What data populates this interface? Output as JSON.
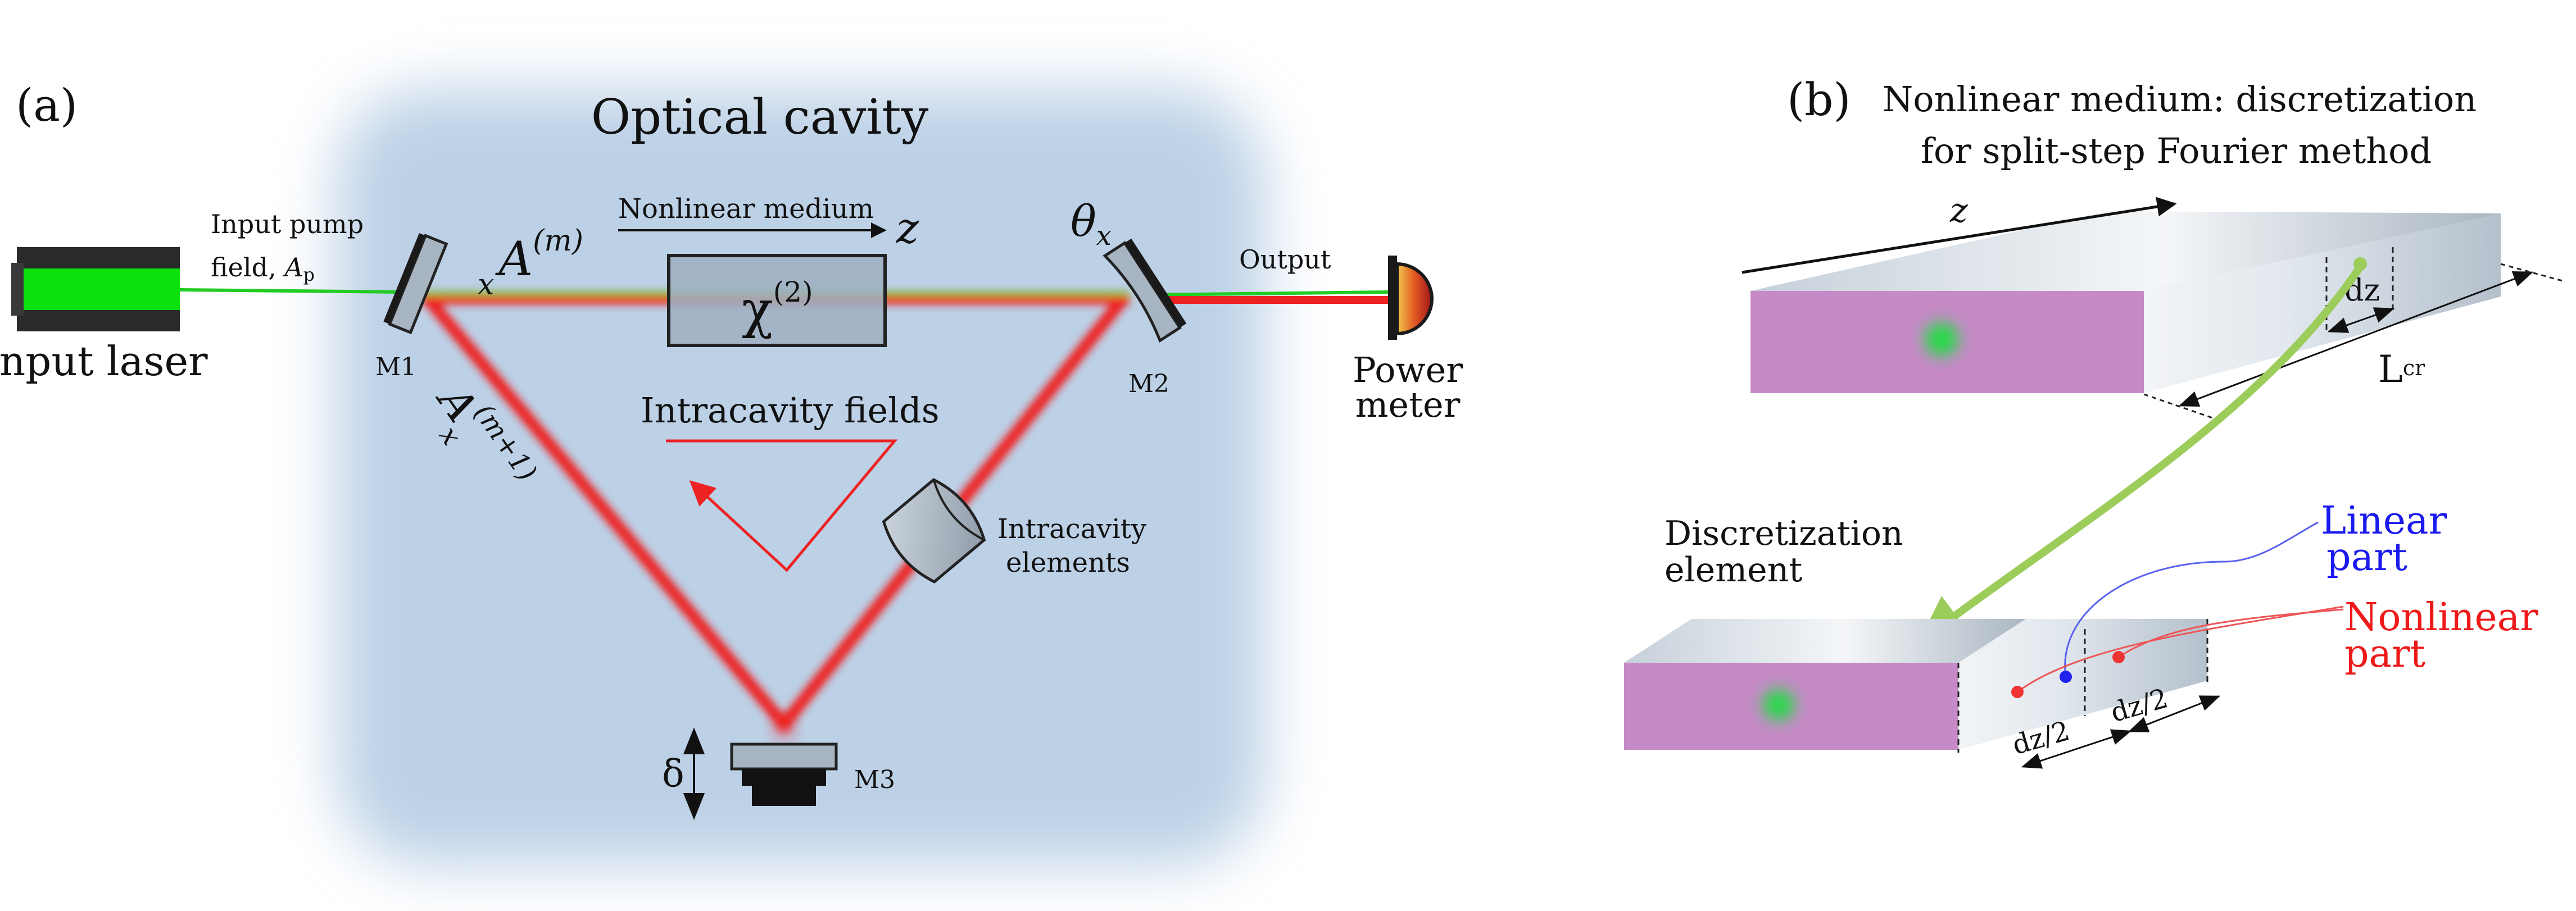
{
  "panel_a": {
    "tag": "(a)",
    "title": "Optical cavity",
    "input_laser": "Input laser",
    "input_pump_line1": "Input pump",
    "input_pump_line2": "field, ",
    "input_pump_symbol": "A",
    "input_pump_sub": "p",
    "nonlinear_medium": "Nonlinear medium",
    "z_symbol": "z",
    "chi_base": "χ",
    "chi_sup": "(2)",
    "a_m_base": "A",
    "a_m_sub": "x",
    "a_m_sup": "(m)",
    "a_m1_base": "A",
    "a_m1_sub": "x",
    "a_m1_sup": "(m+1)",
    "theta_base": "θ",
    "theta_sub": "x",
    "output": "Output",
    "power_meter_line1": "Power",
    "power_meter_line2": "meter",
    "m1": "M1",
    "m2": "M2",
    "m3": "M3",
    "intracavity_fields": "Intracavity fields",
    "intracavity_elements_line1": "Intracavity",
    "intracavity_elements_line2": "elements",
    "delta": "δ"
  },
  "panel_b": {
    "tag": "(b)",
    "title_line1": "Nonlinear medium: discretization",
    "title_line2": "for split-step Fourier method",
    "z_symbol": "z",
    "dz": "dz",
    "l_base": "L",
    "l_sub": "cr",
    "discretization_line1": "Discretization",
    "discretization_line2": "element",
    "linear_line1": "Linear",
    "linear_line2": "part",
    "nonlinear_line1": "Nonlinear",
    "nonlinear_line2": "part",
    "dz_half_left": "dz/2",
    "dz_half_right": "dz/2"
  },
  "colors": {
    "cavity_background": "#bcd0e6",
    "pump_beam": "#22cc22",
    "intracavity_beam": "#ee2222",
    "crystal_face": "#c68ac6",
    "linear_label": "#1a1aee",
    "nonlinear_label": "#ee1a1a",
    "arrow_green": "#9ccc5a"
  }
}
